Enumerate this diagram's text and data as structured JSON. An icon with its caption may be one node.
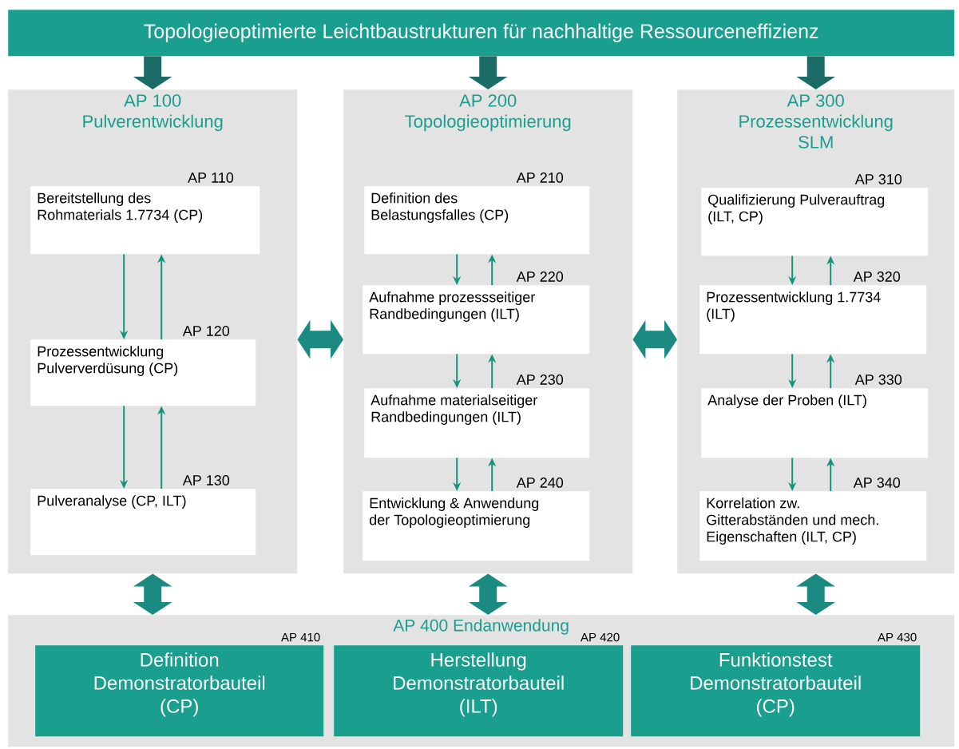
{
  "diagram": {
    "nodes": [
      {
        "text": [
          "Topologieoptimierte Leichtbaustrukturen für nachhaltige Ressourceneffizienz"
        ]
      },
      {
        "text": [
          "AP 100",
          "Pulverentwicklung"
        ]
      },
      {
        "text": [
          "Bereitstellung des Rohmaterials 1.7734 (CP)"
        ],
        "in": 1,
        "beside": [
          "AP 110"
        ]
      },
      {
        "text": [
          "Prozessentwicklung Pulververdüsung (CP)"
        ],
        "in": 1,
        "beside": [
          "AP 120"
        ]
      },
      {
        "text": [
          "Pulveranalyse (CP, ILT)"
        ],
        "in": 1,
        "beside": [
          "AP 130"
        ]
      },
      {
        "text": [
          "AP 200",
          "Topologieoptimierung"
        ]
      },
      {
        "text": [
          "Definition des Belastungsfalles (CP)"
        ],
        "in": 5,
        "beside": [
          "AP 210"
        ]
      },
      {
        "text": [
          "Aufnahme prozessseitiger Randbedingungen (ILT)"
        ],
        "in": 5,
        "beside": [
          "AP 220"
        ]
      },
      {
        "text": [
          "Aufnahme materialseitiger Randbedingungen (ILT)"
        ],
        "in": 5,
        "beside": [
          "AP 230"
        ]
      },
      {
        "text": [
          "Entwicklung & Anwendung der Topologieoptimierung"
        ],
        "in": 5,
        "beside": [
          "AP 240"
        ]
      },
      {
        "text": [
          "AP 300",
          "Prozessentwicklung SLM"
        ]
      },
      {
        "text": [
          "Qualifizierung Pulverauftrag (ILT, CP)"
        ],
        "in": 10,
        "beside": [
          "AP 310"
        ]
      },
      {
        "text": [
          "Prozessentwicklung 1.7734 (ILT)"
        ],
        "in": 10,
        "beside": [
          "AP 320"
        ]
      },
      {
        "text": [
          "Analyse der Proben (ILT)"
        ],
        "in": 10,
        "beside": [
          "AP 330"
        ]
      },
      {
        "text": [
          "Korrelation zw. Gitterabständen und mech. Eigenschaften (ILT, CP)"
        ],
        "in": 10,
        "beside": [
          "AP 340"
        ]
      },
      {
        "text": [
          "AP 400 Endanwendung"
        ]
      },
      {
        "text": [
          "AP 410",
          "Definition Demonstratorbauteil (CP)"
        ],
        "in": 15
      },
      {
        "text": [
          "AP 420",
          "Herstellung Demonstratorbauteil (ILT)"
        ],
        "in": 15
      },
      {
        "text": [
          "AP 430",
          "Funktionstest Demonstratorbauteil (CP)"
        ],
        "in": 15
      }
    ],
    "edges": [
      {
        "from": 0,
        "to": 1,
        "arrow": "to",
        "style": "thick",
        "color": "#1b6b66"
      },
      {
        "from": 0,
        "to": 5,
        "arrow": "to",
        "style": "thick",
        "color": "#1b6b66"
      },
      {
        "from": 0,
        "to": 10,
        "arrow": "to",
        "style": "thick",
        "color": "#1b6b66"
      },
      {
        "from": 2,
        "to": 3,
        "arrow": "to"
      },
      {
        "from": 3,
        "to": 2,
        "arrow": "to"
      },
      {
        "from": 3,
        "to": 4,
        "arrow": "to"
      },
      {
        "from": 4,
        "to": 3,
        "arrow": "to"
      },
      {
        "from": 6,
        "to": 7,
        "arrow": "to"
      },
      {
        "from": 7,
        "to": 6,
        "arrow": "to"
      },
      {
        "from": 7,
        "to": 8,
        "arrow": "to"
      },
      {
        "from": 8,
        "to": 7,
        "arrow": "to"
      },
      {
        "from": 8,
        "to": 9,
        "arrow": "to"
      },
      {
        "from": 9,
        "to": 8,
        "arrow": "to"
      },
      {
        "from": 11,
        "to": 12,
        "arrow": "to"
      },
      {
        "from": 12,
        "to": 11,
        "arrow": "to"
      },
      {
        "from": 12,
        "to": 13,
        "arrow": "to"
      },
      {
        "from": 13,
        "to": 12,
        "arrow": "to"
      },
      {
        "from": 13,
        "to": 14,
        "arrow": "to"
      },
      {
        "from": 14,
        "to": 13,
        "arrow": "to"
      },
      {
        "from": 1,
        "to": 5,
        "arrow": "both",
        "style": "thick",
        "color": "#1b8a80"
      },
      {
        "from": 5,
        "to": 10,
        "arrow": "both",
        "style": "thick",
        "color": "#1b8a80"
      },
      {
        "from": 1,
        "to": 15,
        "arrow": "both",
        "style": "thick",
        "color": "#1b8a80"
      },
      {
        "from": 5,
        "to": 15,
        "arrow": "both",
        "style": "thick",
        "color": "#1b8a80"
      },
      {
        "from": 10,
        "to": 15,
        "arrow": "both",
        "style": "thick",
        "color": "#1b8a80"
      }
    ]
  }
}
